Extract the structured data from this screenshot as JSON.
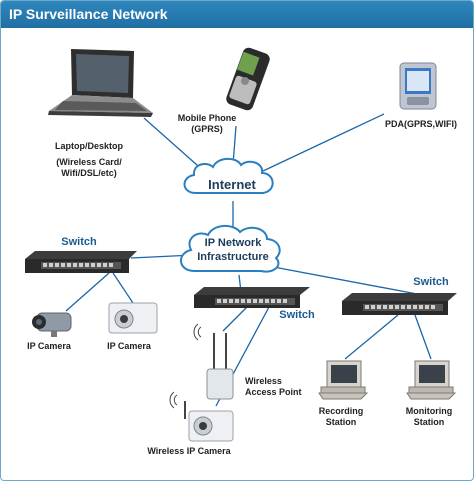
{
  "title": "IP Surveillance Network",
  "labels": {
    "laptop": "Laptop/Desktop",
    "laptop_sub1": "(Wireless Card/",
    "laptop_sub2": "Wifi/DSL/etc)",
    "mobile1": "Mobile Phone",
    "mobile2": "(GPRS)",
    "pda": "PDA(GPRS,WIFI)",
    "internet": "Internet",
    "ipnet1": "IP Network",
    "ipnet2": "Infrastructure",
    "switch": "Switch",
    "ip_camera": "IP Camera",
    "wap1": "Wireless",
    "wap2": "Access Point",
    "wireless_cam": "Wireless  IP Camera",
    "recording1": "Recording",
    "recording2": "Station",
    "monitoring1": "Monitoring",
    "monitoring2": "Station"
  },
  "colors": {
    "accent": "#1f6fa3",
    "line": "#1b66a8",
    "cloud": "#2a7fc0"
  }
}
